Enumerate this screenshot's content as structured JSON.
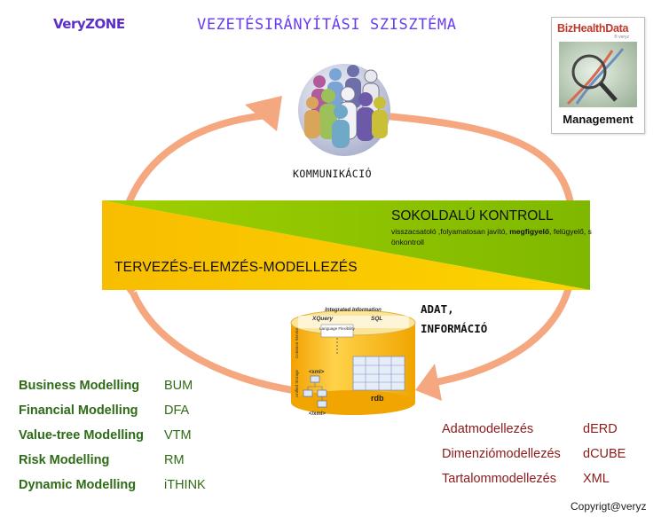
{
  "header": {
    "brand": "VeryZONE",
    "title": "VEZETÉSIRÁNYÍTÁSI SZISZTÉMA"
  },
  "logo": {
    "top": "BizHealthData",
    "sub": "® veryz",
    "bottom": "Management"
  },
  "cycle": {
    "communication": "KOMMUNIKÁCIÓ",
    "control_title": "SOKOLDALÚ KONTROLL",
    "control_desc_1": "visszacsatoló ,folyamatosan javító, ",
    "control_desc_bold": "megfigyelő",
    "control_desc_2": ", felügyelő, s önkontroll",
    "planning": "TERVEZÉS-ELEMZÉS-MODELLEZÉS",
    "data_1": "ADAT,",
    "data_2": "INFORMÁCIÓ"
  },
  "db_graphic": {
    "header": "Integrated Information",
    "xquery": "XQuery",
    "sql": "SQL",
    "language": "Language Flexibility",
    "common": "Common Service",
    "xml_open": "<xml>",
    "xml_close": "</xml>",
    "unified": "Unified Storage",
    "rdb": "rdb"
  },
  "models_left": [
    {
      "name": "Business Modelling",
      "code": "BUM"
    },
    {
      "name": "Financial Modelling",
      "code": "DFA"
    },
    {
      "name": "Value-tree Modelling",
      "code": "VTM"
    },
    {
      "name": "Risk Modelling",
      "code": "RM"
    },
    {
      "name": "Dynamic Modelling",
      "code": "iTHINK"
    }
  ],
  "models_right": [
    {
      "name": "Adatmodellezés",
      "code": "dERD"
    },
    {
      "name": "Dimenziómodellezés",
      "code": "dCUBE"
    },
    {
      "name": "Tartalommodellezés",
      "code": "XML"
    }
  ],
  "footer": {
    "copyright": "Copyrigt@veryz"
  },
  "colors": {
    "arrow": "#f5a77f",
    "yellow": "#f8c400",
    "green": "#8bc400",
    "accent_title": "#6a3df0",
    "model_green": "#2e6b16",
    "model_red": "#8b1a1a"
  },
  "icons": [
    "people-group-icon",
    "database-cylinder-icon",
    "dna-helix-image"
  ]
}
